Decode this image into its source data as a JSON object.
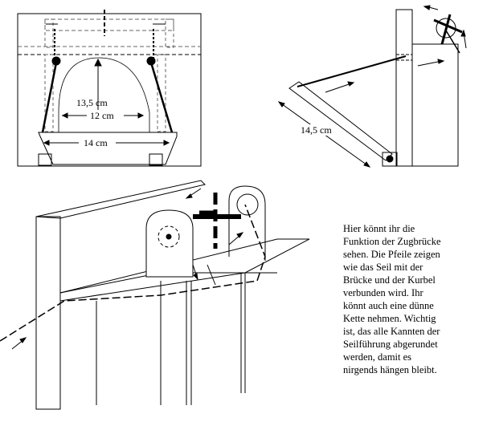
{
  "front_view": {
    "height_label": "13,5 cm",
    "inner_width_label": "12 cm",
    "outer_width_label": "14 cm"
  },
  "side_view": {
    "bridge_length_label": "14,5 cm"
  },
  "description": {
    "lines": [
      "Hier könnt ihr die",
      "Funktion der Zugbrücke",
      "sehen. Die Pfeile zeigen",
      "wie das Seil mit der",
      "Brücke und der Kurbel",
      "verbunden wird. Ihr",
      "könnt auch eine dünne",
      "Kette nehmen. Wichtig",
      "ist, das alle Kannten  der",
      "Seilführung abgerundet",
      "werden, damit es",
      "nirgends hängen bleibt."
    ]
  }
}
